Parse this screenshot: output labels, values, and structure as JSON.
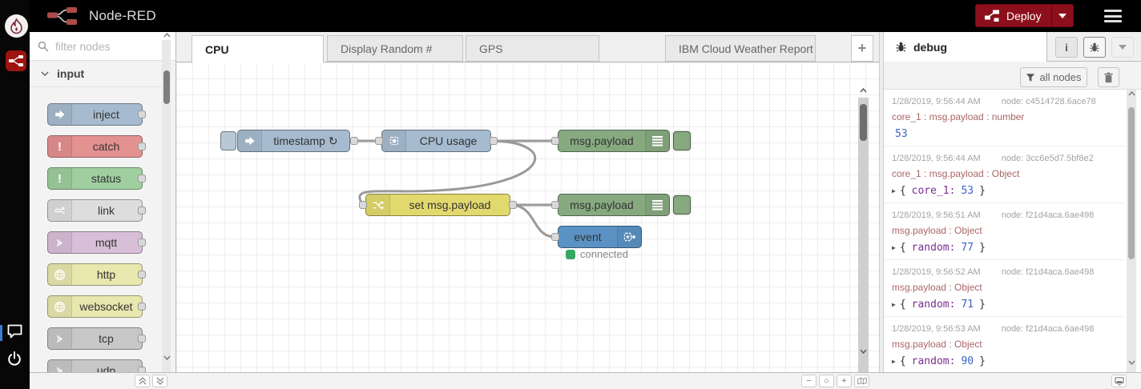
{
  "header": {
    "title": "Node-RED",
    "deploy": {
      "label": "Deploy"
    }
  },
  "palette": {
    "search_placeholder": "filter nodes",
    "category_label": "input",
    "nodes": [
      {
        "label": "inject",
        "color": "#a6bbcf",
        "icon": "arrow-in-icon"
      },
      {
        "label": "catch",
        "color": "#e49191",
        "icon": "exclamation-icon"
      },
      {
        "label": "status",
        "color": "#9fce9f",
        "icon": "exclamation-icon"
      },
      {
        "label": "link",
        "color": "#dddddd",
        "icon": "link-icon"
      },
      {
        "label": "mqtt",
        "color": "#d8bfd8",
        "icon": "broadcast-icon"
      },
      {
        "label": "http",
        "color": "#e7e7ae",
        "icon": "globe-icon"
      },
      {
        "label": "websocket",
        "color": "#e7e7ae",
        "icon": "globe-icon"
      },
      {
        "label": "tcp",
        "color": "#c7c7c7",
        "icon": "broadcast-icon"
      },
      {
        "label": "udp",
        "color": "#c7c7c7",
        "icon": "broadcast-icon"
      }
    ]
  },
  "tabs": {
    "items": [
      {
        "label": "CPU",
        "active": true
      },
      {
        "label": "Display Random #",
        "active": false
      },
      {
        "label": "GPS",
        "active": false
      },
      {
        "label": "IBM Cloud Weather Report",
        "active": false
      }
    ],
    "add_label": "+"
  },
  "flow": {
    "nodes": {
      "inject": {
        "label": "timestamp ↻",
        "color": "#a6bbcf"
      },
      "cpu": {
        "label": "CPU usage",
        "color": "#a6bbcf"
      },
      "debug1": {
        "label": "msg.payload",
        "color": "#87a980"
      },
      "change": {
        "label": "set msg.payload",
        "color": "#e2d96e"
      },
      "debug2": {
        "label": "msg.payload",
        "color": "#87a980"
      },
      "event": {
        "label": "event",
        "color": "#5b92c4"
      }
    },
    "status": {
      "label": "connected",
      "color": "#37a862"
    }
  },
  "debug_panel": {
    "tab_label": "debug",
    "info_label": "i",
    "filter_label": "all nodes",
    "messages": [
      {
        "time": "1/28/2019, 9:56:44 AM",
        "node": "node: c4514728.6ace78",
        "prop": "core_1 : msg.payload : number",
        "value": "53"
      },
      {
        "time": "1/28/2019, 9:56:44 AM",
        "node": "node: 3cc6e5d7.5bf8e2",
        "prop": "core_1 : msg.payload : Object",
        "obj_open": "{",
        "key": "core_1:",
        "num": "53",
        "obj_close": "}"
      },
      {
        "time": "1/28/2019, 9:56:51 AM",
        "node": "node: f21d4aca.6ae498",
        "prop": "msg.payload : Object",
        "obj_open": "{",
        "key": "random:",
        "num": "77",
        "obj_close": "}"
      },
      {
        "time": "1/28/2019, 9:56:52 AM",
        "node": "node: f21d4aca.6ae498",
        "prop": "msg.payload : Object",
        "obj_open": "{",
        "key": "random:",
        "num": "71",
        "obj_close": "}"
      },
      {
        "time": "1/28/2019, 9:56:53 AM",
        "node": "node: f21d4aca.6ae498",
        "prop": "msg.payload : Object",
        "obj_open": "{",
        "key": "random:",
        "num": "90",
        "obj_close": "}"
      }
    ]
  },
  "footer": {
    "zoom_out": "−",
    "zoom_reset": "○",
    "zoom_in": "+"
  },
  "colors": {
    "deploy_red": "#8C101C",
    "wire_gray": "#999999",
    "number_blue": "#3a63c4",
    "key_purple": "#792e90",
    "prop_red": "#aa6666",
    "status_green": "#37a862"
  }
}
